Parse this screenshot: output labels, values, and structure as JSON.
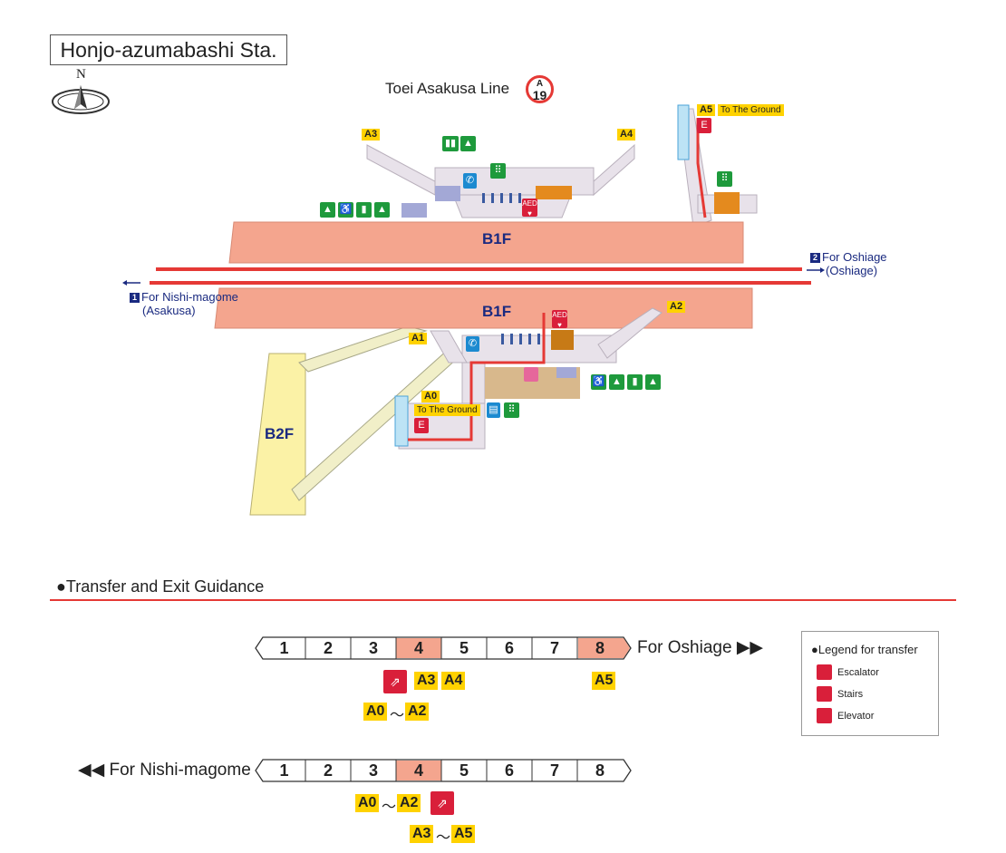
{
  "station": {
    "title": "Honjo-azumabashi Sta.",
    "north": "N"
  },
  "line": {
    "name": "Toei Asakusa Line",
    "letter": "A",
    "number": "19"
  },
  "map": {
    "floors": {
      "b1f_upper": "B1F",
      "b1f_lower": "B1F",
      "b2f": "B2F"
    },
    "exits": {
      "a0": "A0",
      "a1": "A1",
      "a2": "A2",
      "a3": "A3",
      "a4": "A4",
      "a5": "A5"
    },
    "to_ground_a5": "To The Ground",
    "to_ground_a0": "To The Ground",
    "direction_oshiage": {
      "num": "2",
      "label": "For Oshiage",
      "sub": "(Oshiage)"
    },
    "direction_nishimagome": {
      "num": "1",
      "label": "For Nishi-magome",
      "sub": "(Asakusa)"
    },
    "aed_label": "AED",
    "colors": {
      "platform": "#f4a58e",
      "concourse": "#e8e2ea",
      "b2f": "#fbf2a6",
      "red_line": "#e53935",
      "navy": "#1a2a80",
      "facility_green": "#1e9a3c",
      "exit_yellow": "#ffd200"
    }
  },
  "guidance": {
    "section_title": "●Transfer and Exit Guidance",
    "oshiage_train": {
      "cars": [
        "1",
        "2",
        "3",
        "4",
        "5",
        "6",
        "7",
        "8"
      ],
      "highlight": [
        "4",
        "8"
      ],
      "direction": "For Oshiage ▶▶",
      "car4_line1": [
        "A3",
        "A4"
      ],
      "car4_line2_from": "A0",
      "car4_line2_to": "A2",
      "tilde": "～",
      "car8": "A5",
      "icon": "stairs-icon"
    },
    "nishimagome_train": {
      "cars": [
        "1",
        "2",
        "3",
        "4",
        "5",
        "6",
        "7",
        "8"
      ],
      "highlight": [
        "4"
      ],
      "direction": "◀◀ For Nishi-magome",
      "car4_line1_from": "A0",
      "car4_line1_to": "A2",
      "car4_line2_from": "A3",
      "car4_line2_to": "A5",
      "tilde": "～",
      "icon": "stairs-icon"
    },
    "colors": {
      "car_highlight": "#f4a58e",
      "tag": "#ffd200"
    }
  },
  "legend": {
    "title": "●Legend for transfer",
    "items": [
      {
        "label": "Escalator",
        "icon": "escalator-icon"
      },
      {
        "label": "Stairs",
        "icon": "stairs-icon"
      },
      {
        "label": "Elevator",
        "icon": "elevator-icon"
      }
    ]
  }
}
